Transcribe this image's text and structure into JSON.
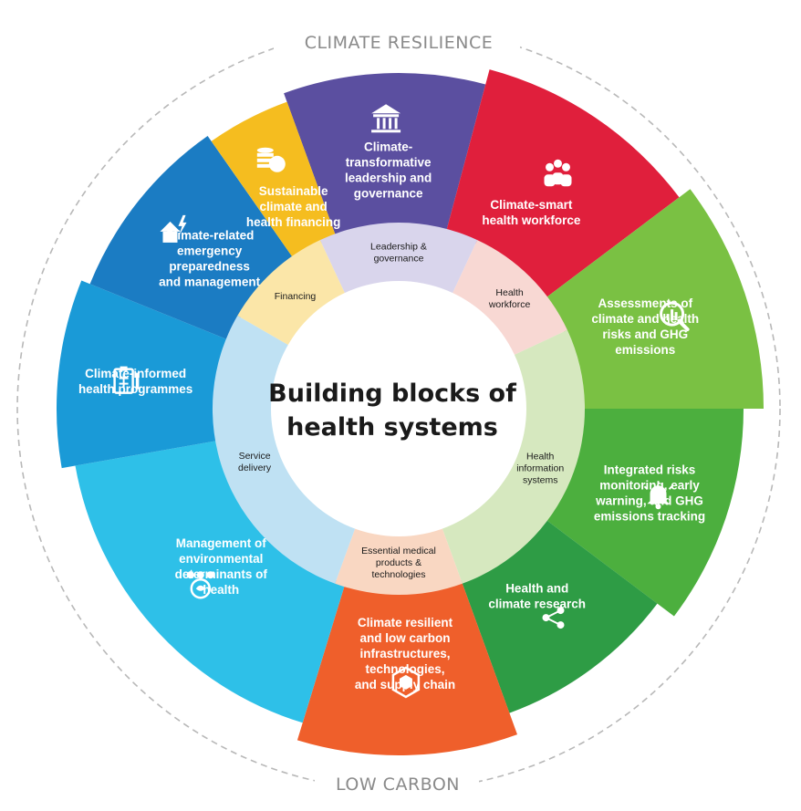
{
  "ring_labels": {
    "top": "CLIMATE RESILIENCE",
    "bottom": "LOW CARBON"
  },
  "center": {
    "title_line1": "Building blocks of",
    "title_line2": "health systems"
  },
  "inner_blocks": [
    {
      "lines": [
        "Leadership &",
        "governance"
      ],
      "color": "#d9d5ec"
    },
    {
      "lines": [
        "Health",
        "workforce"
      ],
      "color": "#f8d8d3"
    },
    {
      "lines": [
        "Health",
        "information",
        "systems"
      ],
      "color": "#d6e8bf"
    },
    {
      "lines": [
        "Essential medical",
        "products &",
        "technologies"
      ],
      "color": "#f9d7c2"
    },
    {
      "lines": [
        "Service",
        "delivery"
      ],
      "color": "#bfe1f3"
    },
    {
      "lines": [
        "Financing"
      ],
      "color": "#fbe6a8"
    }
  ],
  "segments": [
    {
      "lines": [
        "Climate-",
        "transformative",
        "leadership and",
        "governance"
      ],
      "color": "#5b4fa0",
      "icon": "government-building-icon"
    },
    {
      "lines": [
        "Climate-smart",
        "health workforce"
      ],
      "color": "#e01f3c",
      "icon": "workforce-group-icon"
    },
    {
      "lines": [
        "Assessments of",
        "climate and health",
        "risks and GHG",
        "emissions"
      ],
      "color": "#7ac143",
      "icon": "magnifier-chart-icon"
    },
    {
      "lines": [
        "Integrated risks",
        "monitoring, early",
        "warning, and GHG",
        "emissions tracking"
      ],
      "color": "#4caf3e",
      "icon": "alert-bell-icon"
    },
    {
      "lines": [
        "Health and",
        "climate research"
      ],
      "color": "#2e9c45",
      "icon": "share-network-icon"
    },
    {
      "lines": [
        "Climate resilient",
        "and low carbon",
        "infrastructures,",
        "technologies,",
        "and supply chain"
      ],
      "color": "#ef5f2b",
      "icon": "cube-network-icon"
    },
    {
      "lines": [
        "Management of",
        "environmental",
        "determinants of",
        "health"
      ],
      "color": "#2ec0e8",
      "icon": "environment-people-icon"
    },
    {
      "lines": [
        "Climate-informed",
        "health programmes"
      ],
      "color": "#1a9ad7",
      "icon": "clipboard-pen-icon"
    },
    {
      "lines": [
        "Climate-related",
        "emergency",
        "preparedness",
        "and management"
      ],
      "color": "#1b7cc3",
      "icon": "house-lightning-icon"
    },
    {
      "lines": [
        "Sustainable",
        "climate and",
        "health financing"
      ],
      "color": "#f5bd1f",
      "icon": "coins-icon"
    }
  ]
}
